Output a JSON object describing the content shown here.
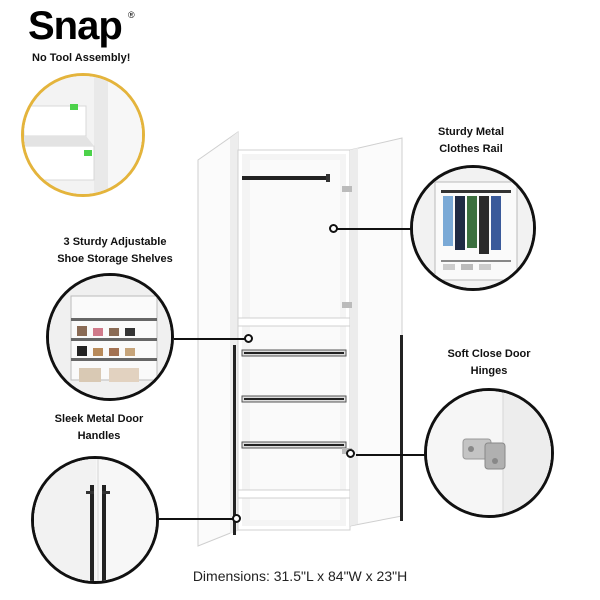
{
  "brand": {
    "name": "Snap",
    "registered": "®",
    "tagline": "No Tool Assembly!"
  },
  "features": [
    {
      "id": "rail",
      "lines": [
        "Sturdy Metal",
        "Clothes Rail"
      ]
    },
    {
      "id": "shelves",
      "lines": [
        "3 Sturdy Adjustable",
        "Shoe Storage Shelves"
      ]
    },
    {
      "id": "hinges",
      "lines": [
        "Soft Close Door",
        "Hinges"
      ]
    },
    {
      "id": "handles",
      "lines": [
        "Sleek Metal Door",
        "Handles"
      ]
    }
  ],
  "dimensions": "Dimensions: 31.5\"L x 84\"W x 23\"H",
  "colors": {
    "gold_ring": "#e4b43c",
    "accent_green": "#4cd24a",
    "ink": "#111111"
  },
  "icons": [
    "assembly-detail-image",
    "clothes-rail-detail-image",
    "shelves-detail-image",
    "hinge-detail-image",
    "handle-detail-image",
    "wardrobe-image"
  ]
}
